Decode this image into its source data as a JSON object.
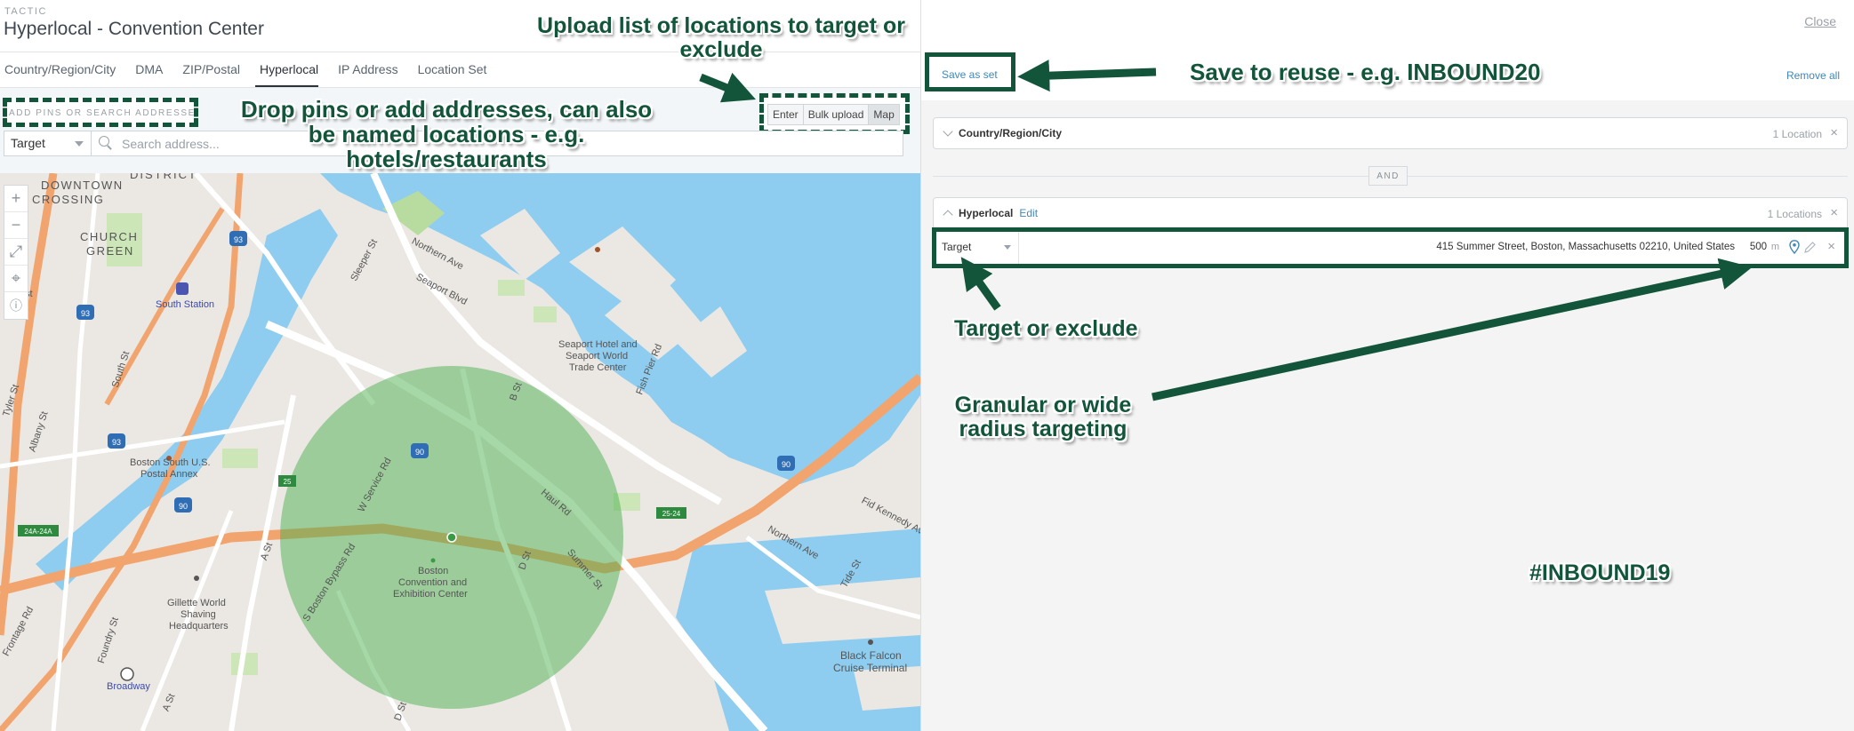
{
  "header": {
    "eyebrow": "TACTIC",
    "title": "Hyperlocal - Convention Center",
    "close": "Close"
  },
  "tabs": [
    {
      "label": "Country/Region/City"
    },
    {
      "label": "DMA"
    },
    {
      "label": "ZIP/Postal"
    },
    {
      "label": "Hyperlocal",
      "active": true
    },
    {
      "label": "IP Address"
    },
    {
      "label": "Location Set"
    }
  ],
  "toolbar": {
    "drop_label": "ADD PINS OR SEARCH ADDRESSES",
    "modes": [
      "Enter",
      "Bulk upload",
      "Map"
    ],
    "selected_mode": "Map",
    "target_value": "Target",
    "search_placeholder": "Search address..."
  },
  "map": {
    "labels": {
      "downtown": "DOWNTOWN",
      "crossing": "CROSSING",
      "district": "DISTRICT",
      "church": "CHURCH",
      "green": "GREEN",
      "south_station": "South Station",
      "sleeper": "Sleeper St",
      "northern_ave": "Northern Ave",
      "seaport_blvd": "Seaport Blvd",
      "seaport_hotel_1": "Seaport Hotel and",
      "seaport_hotel_2": "Seaport World",
      "seaport_hotel_3": "Trade Center",
      "fish_pier": "Fish Pier Rd",
      "b_st": "B St",
      "w_service": "W Service Rd",
      "haul_rd": "Haul Rd",
      "summer_st": "Summer St",
      "d_st": "D St",
      "d_st2": "D St",
      "a_st": "A St",
      "a_st2": "A St",
      "s_boston_bypass": "S Boston Bypass Rd",
      "bcec_1": "Boston",
      "bcec_2": "Convention and",
      "bcec_3": "Exhibition Center",
      "postal_1": "Boston South U.S.",
      "postal_2": "Postal Annex",
      "gillette_1": "Gillette World",
      "gillette_2": "Shaving",
      "gillette_3": "Headquarters",
      "black_falcon_1": "Black Falcon",
      "black_falcon_2": "Cruise Terminal",
      "fid_kennedy": "Fid Kennedy Av",
      "northern_ave2": "Northern Ave",
      "tide_st": "Tide St",
      "frontage": "Frontage Rd",
      "foundry": "Foundry St",
      "broadway": "Broadway",
      "tyler": "Tyler St",
      "albany": "Albany St",
      "south_st": "South St",
      "st_short": "st"
    },
    "shields": {
      "i93a": "93",
      "i93b": "93",
      "i93c": "93",
      "i90a": "90",
      "i90b": "90",
      "i90c": "90",
      "r25": "25",
      "r2524": "25-24",
      "r24": "24A-24A"
    },
    "radius_color": "#4caf50"
  },
  "right": {
    "save_as_set": "Save as set",
    "remove_all": "Remove all",
    "card1": {
      "title": "Country/Region/City",
      "count": "1 Location"
    },
    "and_label": "AND",
    "card2": {
      "title": "Hyperlocal",
      "edit": "Edit",
      "count": "1 Locations"
    },
    "location": {
      "target": "Target",
      "address": "415 Summer Street, Boston, Massachusetts 02210, United States",
      "radius": "500",
      "unit": "m"
    }
  },
  "annotations": {
    "upload": "Upload list of locations to target or exclude",
    "drop": "Drop pins or add addresses, can also be named locations - e.g. hotels/restaurants",
    "save": "Save to reuse - e.g. INBOUND20",
    "target": "Target or exclude",
    "granular": "Granular or wide radius targeting",
    "hashtag": "#INBOUND19"
  }
}
